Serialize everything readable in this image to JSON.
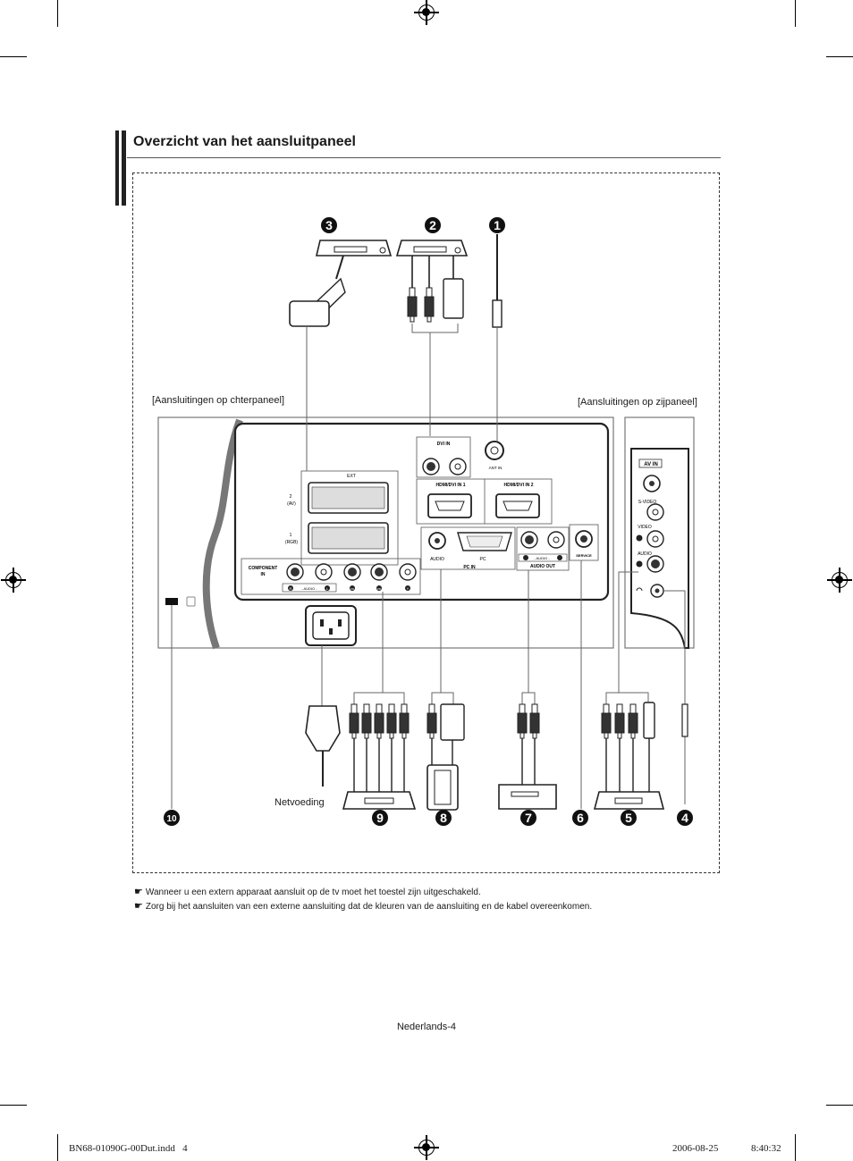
{
  "page": {
    "title": "Overzicht van het aansluitpaneel",
    "label_back": "[Aansluitingen op chterpaneel]",
    "label_side": "[Aansluitingen op zijpaneel]",
    "label_power": "Netvoeding",
    "page_number": "Nederlands-4"
  },
  "notes": [
    "Wanneer u een extern apparaat aansluit op de tv moet het toestel zijn uitgeschakeld.",
    "Zorg bij het aansluiten van een externe aansluiting dat de kleuren van de aansluiting en de kabel overeenkomen."
  ],
  "note_icon": "pointing-hand-icon",
  "callouts": [
    "1",
    "2",
    "3",
    "4",
    "5",
    "6",
    "7",
    "8",
    "9",
    "10"
  ],
  "panel": {
    "ext": "EXT",
    "av2": "2",
    "av2_sub": "(AV)",
    "rgb1": "1",
    "rgb1_sub": "(RGB)",
    "component": "COMPONENT",
    "component_in": "IN",
    "audio_r": "R",
    "audio_l": "L",
    "audio_text": "- AUDIO -",
    "pr": "PR",
    "pb": "PB",
    "y": "Y",
    "dvi_in": "DVI IN",
    "ant_in": "ANT IN",
    "hdmi1": "HDMI/DVI IN 1",
    "hdmi2": "HDMI/DVI IN 2",
    "audio": "AUDIO",
    "pc": "PC",
    "pc_in": "PC IN",
    "audio_out": "AUDIO OUT",
    "service": "SERVICE",
    "av_in": "AV IN",
    "s_video": "S-VIDEO",
    "video": "VIDEO",
    "side_audio": "AUDIO"
  },
  "footer": {
    "file": "BN68-01090G-00Dut.indd   4",
    "date": "2006-08-25",
    "time": "8:40:32"
  }
}
